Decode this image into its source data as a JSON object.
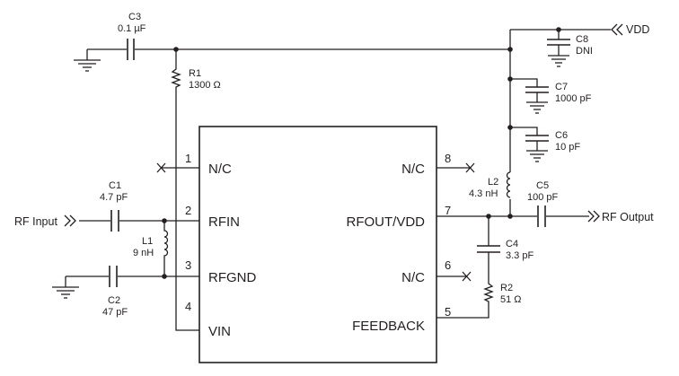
{
  "ports": {
    "vdd": "VDD",
    "rf_input": "RF Input",
    "rf_output": "RF Output"
  },
  "ic_pins": [
    {
      "num": "1",
      "name": "N/C"
    },
    {
      "num": "2",
      "name": "RFIN"
    },
    {
      "num": "3",
      "name": "RFGND"
    },
    {
      "num": "4",
      "name": "VIN"
    },
    {
      "num": "5",
      "name": "FEEDBACK"
    },
    {
      "num": "6",
      "name": "N/C"
    },
    {
      "num": "7",
      "name": "RFOUT/VDD"
    },
    {
      "num": "8",
      "name": "N/C"
    }
  ],
  "components": {
    "C1": {
      "ref": "C1",
      "value": "4.7 pF"
    },
    "C2": {
      "ref": "C2",
      "value": "47 pF"
    },
    "C3": {
      "ref": "C3",
      "value": "0.1 µF"
    },
    "C4": {
      "ref": "C4",
      "value": "3.3 pF"
    },
    "C5": {
      "ref": "C5",
      "value": "100 pF"
    },
    "C6": {
      "ref": "C6",
      "value": "10 pF"
    },
    "C7": {
      "ref": "C7",
      "value": "1000 pF"
    },
    "C8": {
      "ref": "C8",
      "value": "DNI"
    },
    "R1": {
      "ref": "R1",
      "value": "1300 Ω"
    },
    "R2": {
      "ref": "R2",
      "value": "51 Ω"
    },
    "L1": {
      "ref": "L1",
      "value": "9 nH"
    },
    "L2": {
      "ref": "L2",
      "value": "4.3 nH"
    }
  }
}
